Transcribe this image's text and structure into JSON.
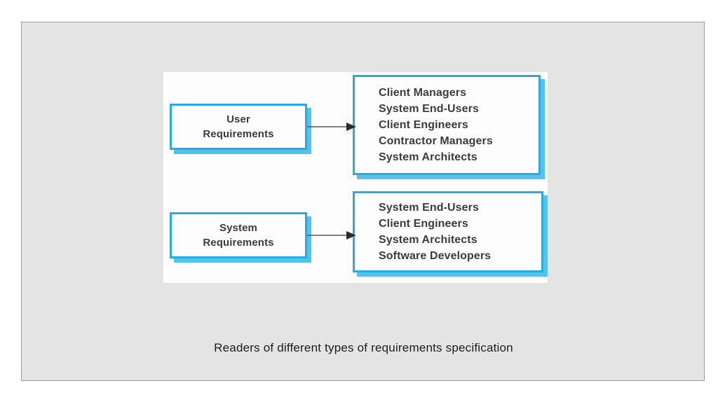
{
  "slide": {
    "caption": "Readers of different types of requirements specification",
    "background_color": "#e4e4e4",
    "border_color": "#9a9a9a"
  },
  "figure": {
    "background_color": "#fdfdfd",
    "accent_color": "#29abe2",
    "shadow_color": "#54c3ec",
    "text_color": "#3c3c3c",
    "arrow_color": "#55565a",
    "nodes": [
      {
        "id": "user-requirements",
        "kind": "label",
        "label": "User\nRequirements"
      },
      {
        "id": "user-requirements-readers",
        "kind": "list",
        "items": [
          "Client Managers",
          "System End-Users",
          "Client Engineers",
          "Contractor Managers",
          "System Architects"
        ]
      },
      {
        "id": "system-requirements",
        "kind": "label",
        "label": "System\nRequirements"
      },
      {
        "id": "system-requirements-readers",
        "kind": "list",
        "items": [
          "System End-Users",
          "Client Engineers",
          "System Architects",
          "Software Developers"
        ]
      }
    ],
    "edges": [
      {
        "id": "user-edge",
        "from": "user-requirements",
        "to": "user-requirements-readers"
      },
      {
        "id": "system-edge",
        "from": "system-requirements",
        "to": "system-requirements-readers"
      }
    ]
  }
}
